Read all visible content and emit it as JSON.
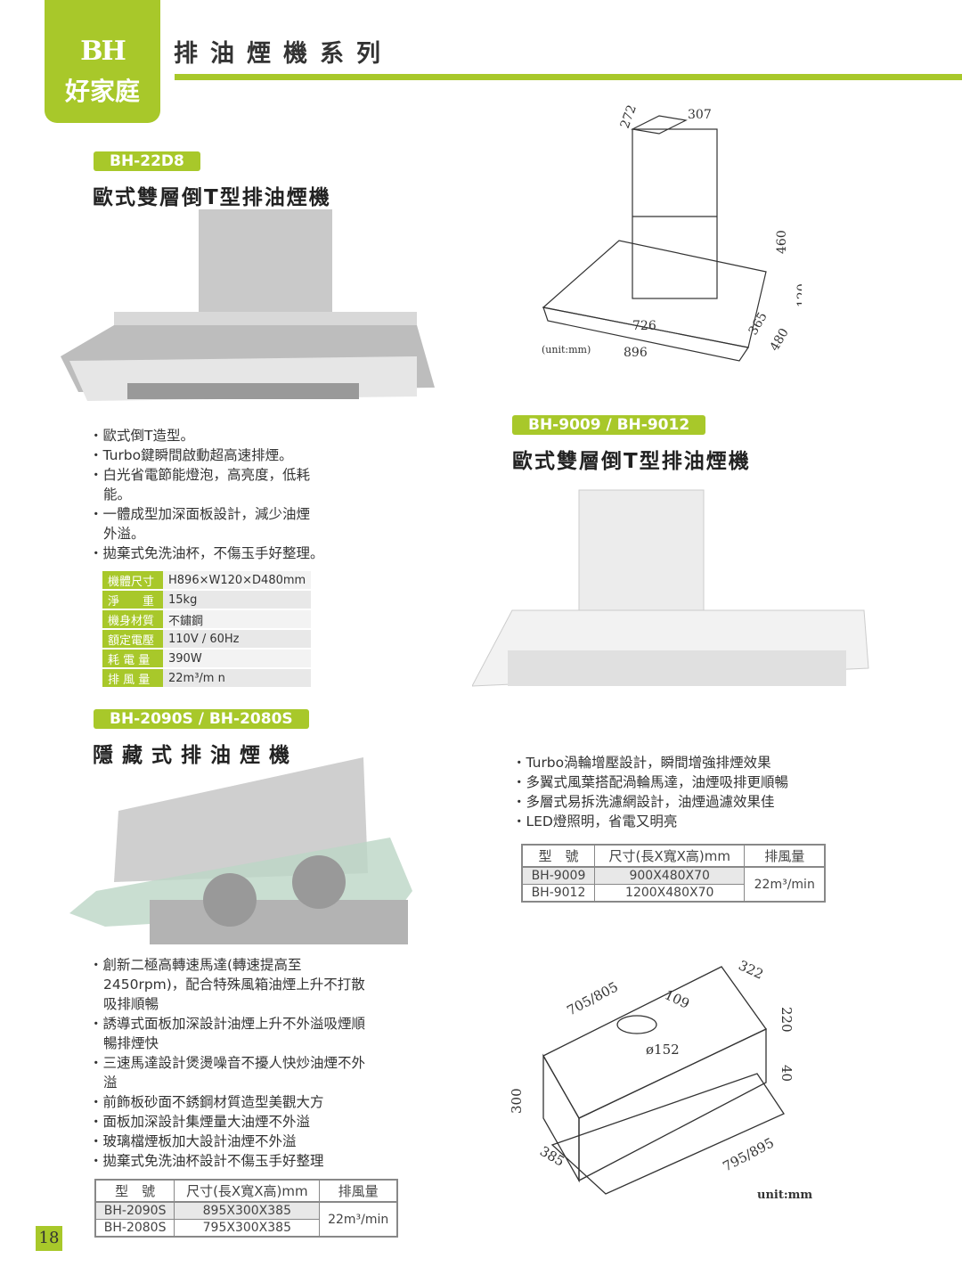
{
  "brand": {
    "logo_mark": "BH",
    "name": "好家庭"
  },
  "page_title": "排油煙機系列",
  "page_number": "18",
  "product1": {
    "model": "BH-22D8",
    "name": "歐式雙層倒T型排油煙機",
    "features": [
      "歐式倒T造型。",
      "Turbo鍵瞬間啟動超高速排煙。",
      "白光省電節能燈泡，高亮度，低耗能。",
      "一體成型加深面板設計，減少油煙外溢。",
      "拋棄式免洗油杯，不傷玉手好整理。"
    ],
    "specs": [
      {
        "k": "機體尺寸",
        "v": "H896×W120×D480mm"
      },
      {
        "k": "淨　　重",
        "v": "15kg"
      },
      {
        "k": "機身材質",
        "v": "不鏽鋼"
      },
      {
        "k": "額定電壓",
        "v": "110V / 60Hz"
      },
      {
        "k": "耗 電 量",
        "v": "390W"
      },
      {
        "k": "排 風 量",
        "v": "22m³/m n"
      }
    ],
    "diagram": {
      "dims": [
        "272",
        "307",
        "460",
        "120",
        "726",
        "365",
        "896",
        "480"
      ],
      "unit": "(unit:mm)"
    }
  },
  "product2": {
    "model": "BH-9009 / BH-9012",
    "name": "歐式雙層倒T型排油煙機",
    "features": [
      "Turbo渦輪增壓設計，瞬間增強排煙效果",
      "多翼式風葉搭配渦輪馬達，油煙吸排更順暢",
      "多層式易拆洗濾網設計，油煙過濾效果佳",
      "LED燈照明，省電又明亮"
    ],
    "table": {
      "headers": [
        "型　號",
        "尺寸(長X寬X高)mm",
        "排風量"
      ],
      "rows": [
        [
          "BH-9009",
          "900X480X70"
        ],
        [
          "BH-9012",
          "1200X480X70"
        ]
      ],
      "airflow": "22m³/min"
    }
  },
  "product3": {
    "model": "BH-2090S / BH-2080S",
    "name": "隱藏式排油煙機",
    "features": [
      "創新二極高轉速馬達(轉速提高至2450rpm)，配合特殊風箱油煙上升不打散吸排順暢",
      "誘導式面板加深設計油煙上升不外溢吸煙順暢排煙快",
      "三速馬達設計煲燙噪音不擾人快炒油煙不外溢",
      "前飾板砂面不銹鋼材質造型美觀大方",
      "面板加深設計集煙量大油煙不外溢",
      "玻璃檔煙板加大設計油煙不外溢",
      "拋棄式免洗油杯設計不傷玉手好整理"
    ],
    "table": {
      "headers": [
        "型　號",
        "尺寸(長X寬X高)mm",
        "排風量"
      ],
      "rows": [
        [
          "BH-2090S",
          "895X300X385"
        ],
        [
          "BH-2080S",
          "795X300X385"
        ]
      ],
      "airflow": "22m³/min"
    },
    "diagram": {
      "dims": [
        "705/805",
        "109",
        "322",
        "220",
        "ø152",
        "40",
        "300",
        "385",
        "795/895"
      ],
      "unit": "unit:mm"
    }
  },
  "colors": {
    "accent": "#a8c82a"
  }
}
